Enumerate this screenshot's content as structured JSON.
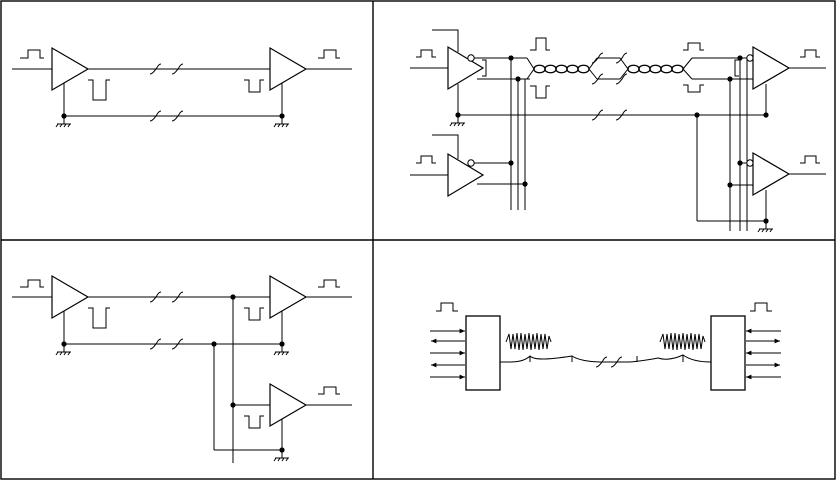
{
  "figure": {
    "background": "#ffffff",
    "stroke_color": "#000000",
    "panels": [
      {
        "id": "single-ended-transmission",
        "drivers": 1,
        "receivers": 1,
        "shared_ground_return": true
      },
      {
        "id": "differential-twisted-pair",
        "drivers": 2,
        "receivers": 2,
        "twisted_pair": true,
        "shared_ground_return": true
      },
      {
        "id": "single-ended-two-receivers",
        "drivers": 1,
        "receivers": 2,
        "shared_ground_return": true
      },
      {
        "id": "noise-on-parallel-bus",
        "devices": 2,
        "lines_per_device": 5,
        "noise_bursts": 2
      }
    ],
    "icons": [
      "amplifier-triangle-icon",
      "ground-symbol-icon",
      "pulse-waveform-icon",
      "line-break-icon",
      "junction-dot-icon",
      "inverted-output-circle-icon",
      "arrow-icon",
      "noise-burst-icon",
      "twisted-pair-icon"
    ]
  }
}
